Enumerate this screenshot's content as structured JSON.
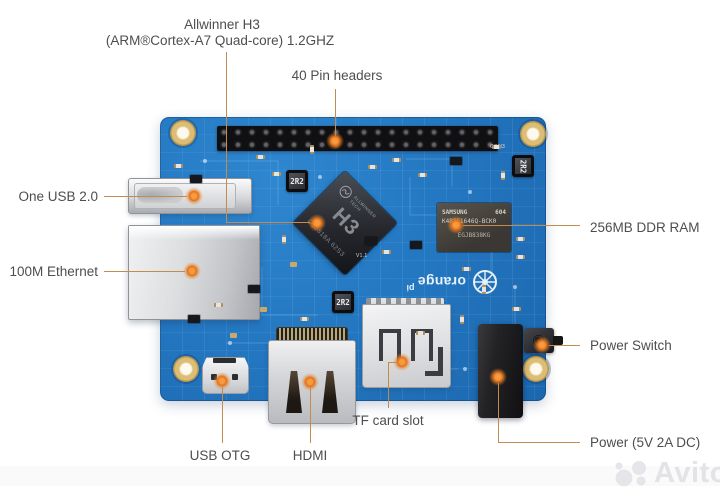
{
  "callouts": {
    "soc_line1": "Allwinner H3",
    "soc_line2": "(ARM®Cortex-A7 Quad-core) 1.2GHZ",
    "pin_headers": "40 Pin headers",
    "usb": "One USB 2.0",
    "ethernet": "100M Ethernet",
    "ram": "256MB DDR RAM",
    "power_switch": "Power Switch",
    "tf_card": "TF card slot",
    "usb_otg": "USB OTG",
    "hdmi": "HDMI",
    "power": "Power (5V 2A DC)"
  },
  "board": {
    "soc": {
      "brand": "ALLWINNER TECH",
      "model": "H3",
      "code": "G20818A 62S3"
    },
    "ram": {
      "maker": "SAMSUNG",
      "lot": "604",
      "part": "K4B2G1646Q-BCK0",
      "code": "EGJB838KG"
    },
    "inductor": "2R2",
    "brand": {
      "name": "orange",
      "sub": "pi"
    },
    "silkscreen_con": "CON3",
    "silkscreen_ver": "V1.1"
  },
  "watermark": {
    "text": "Avito"
  },
  "colors": {
    "pcb_blue": "#2478c2",
    "callout_line": "#c48a50",
    "callout_dot": "#e2721a",
    "label_text": "#4e4e50",
    "watermark_gray": "#e3e3e7"
  }
}
